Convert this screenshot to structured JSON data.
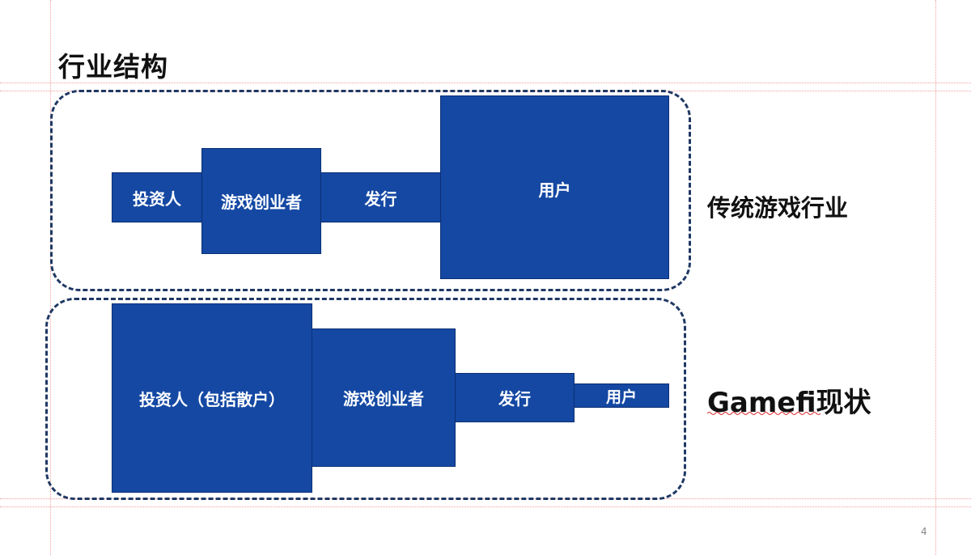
{
  "title": "行业结构",
  "traditional": {
    "label": "传统游戏行业",
    "stages": [
      "投资人",
      "游戏创业者",
      "发行",
      "用户"
    ]
  },
  "gamefi": {
    "label": "Gamefi现状",
    "stages": [
      "投资人（包括散户）",
      "游戏创业者",
      "发行",
      "用户"
    ]
  },
  "page_number": "4",
  "colors": {
    "box_fill": "#1448a3",
    "dashed_border": "#1f3864",
    "guide": "#f2a0a0"
  }
}
